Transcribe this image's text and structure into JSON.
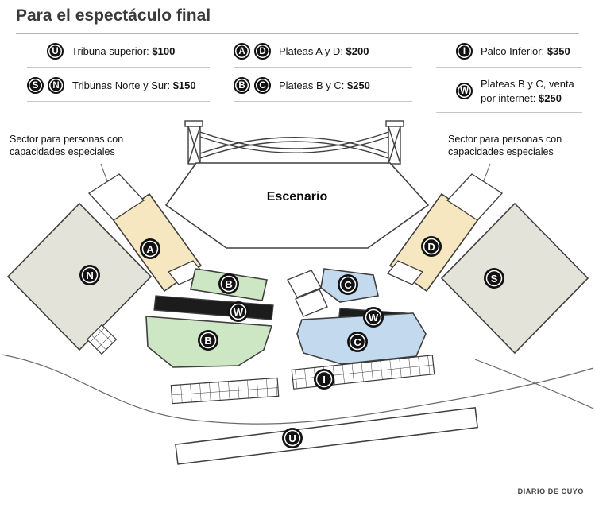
{
  "header": {
    "title": "Para el espectáculo final"
  },
  "legend": {
    "items": [
      {
        "letters": [
          "U"
        ],
        "label": "Tribuna superior: ",
        "price": "$100"
      },
      {
        "letters": [
          "A",
          "D"
        ],
        "label": "Plateas A y D: ",
        "price": "$200"
      },
      {
        "letters": [
          "I"
        ],
        "label": "Palco Inferior: ",
        "price": "$350"
      },
      {
        "letters": [
          "S",
          "N"
        ],
        "label": "Tribunas Norte y Sur: ",
        "price": "$150"
      },
      {
        "letters": [
          "B",
          "C"
        ],
        "label": "Plateas B y C: ",
        "price": "$250"
      },
      {
        "letters": [
          "W"
        ],
        "label": "Plateas B y C, venta por internet: ",
        "price": "$250"
      }
    ]
  },
  "diagram": {
    "stage_label": "Escenario",
    "accessible_label": "Sector para personas con capacidades especiales",
    "markers": [
      "N",
      "A",
      "B",
      "W",
      "B",
      "C",
      "W",
      "C",
      "D",
      "S",
      "I",
      "U"
    ]
  },
  "colors": {
    "beige": "#f6e7c0",
    "green": "#cde6c3",
    "blue": "#c3daee",
    "gray": "#e3e3da",
    "stripe": "#1c1c1c",
    "marker": "#121212",
    "outline": "#3f3f3f"
  },
  "footer": {
    "credit": "DIARIO DE CUYO"
  }
}
